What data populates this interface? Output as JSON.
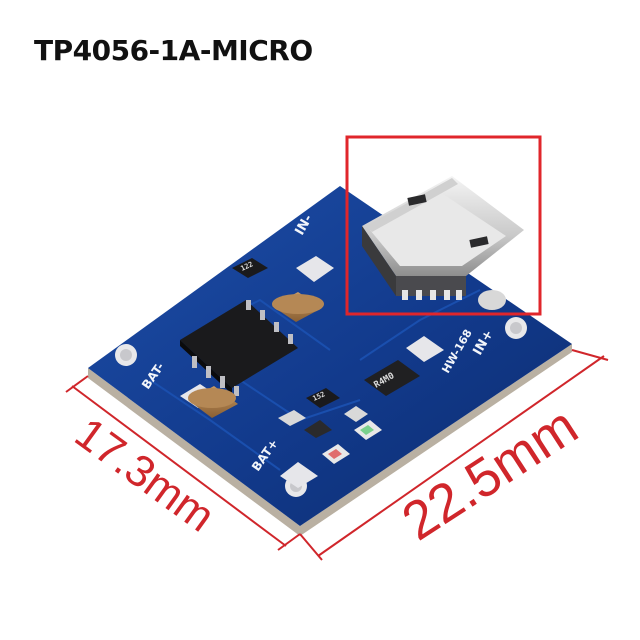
{
  "title": "TP4056-1A-MICRO",
  "dimensions": {
    "width": "17.3mm",
    "length": "22.5mm"
  },
  "board_labels": {
    "in_minus": "IN-",
    "in_plus": "IN+",
    "bat_minus": "BAT-",
    "bat_plus": "BAT+",
    "model": "HW-168",
    "resistor_code": "R4M0",
    "resistor_small_1": "122",
    "resistor_small_2": "152"
  },
  "colors": {
    "pcb": "#123a8c",
    "highlight_box": "#e0262b",
    "dimension_lines": "#d0262b"
  }
}
